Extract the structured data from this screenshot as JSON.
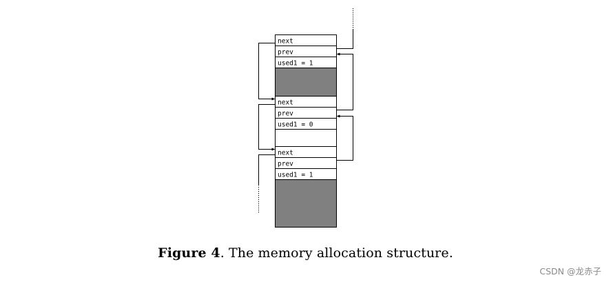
{
  "colors": {
    "block_fill": "#808080",
    "line": "#000000",
    "background": "#ffffff",
    "watermark": "#8a8a8a"
  },
  "blocks": [
    {
      "next_label": "next",
      "prev_label": "prev",
      "used_label": "used1 = 1",
      "used": true
    },
    {
      "next_label": "next",
      "prev_label": "prev",
      "used_label": "used1 = 0",
      "used": false
    },
    {
      "next_label": "next",
      "prev_label": "prev",
      "used_label": "used1 = 1",
      "used": true
    }
  ],
  "caption": {
    "label": "Figure 4",
    "separator": ".",
    "text": " The memory allocation structure."
  },
  "watermark": "CSDN @龙赤子"
}
